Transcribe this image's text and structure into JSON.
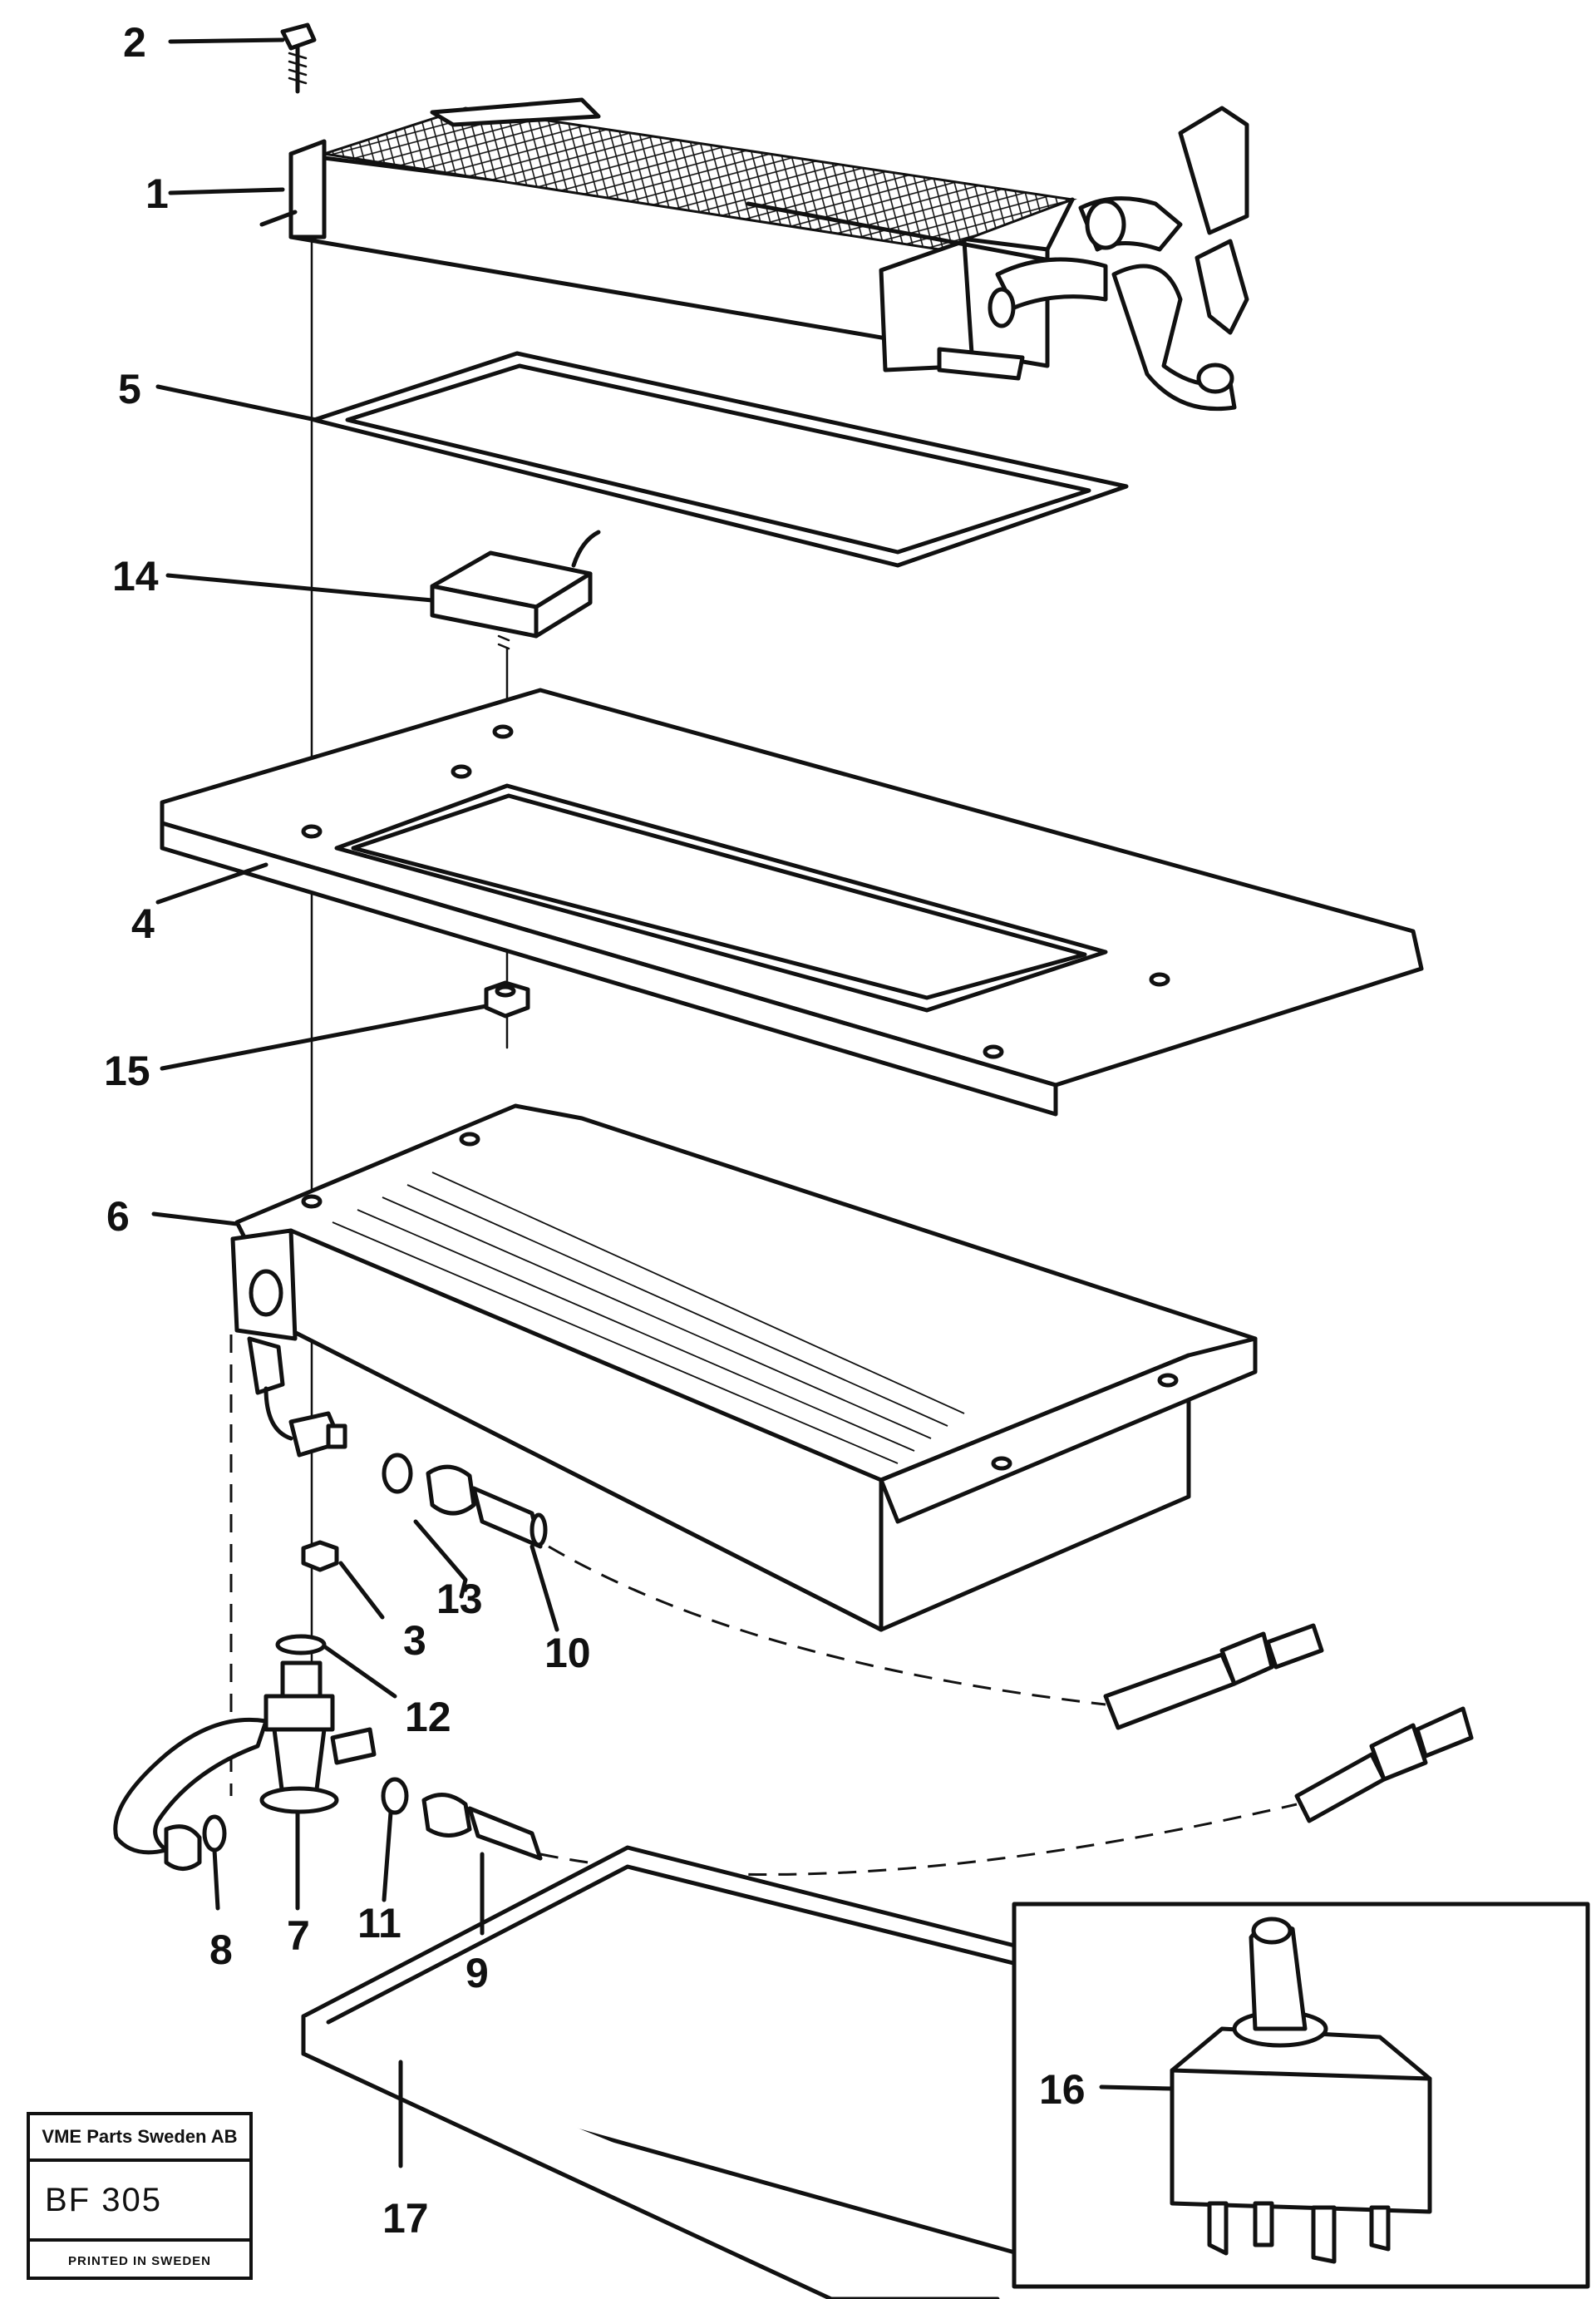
{
  "callouts": {
    "n1": "1",
    "n2": "2",
    "n3": "3",
    "n4": "4",
    "n5": "5",
    "n6": "6",
    "n7": "7",
    "n8": "8",
    "n9": "9",
    "n10": "10",
    "n11": "11",
    "n12": "12",
    "n13": "13",
    "n14": "14",
    "n15": "15",
    "n16": "16",
    "n17": "17"
  },
  "stamp": {
    "company": "VME Parts Sweden AB",
    "code": "BF 305",
    "printed": "PRINTED IN SWEDEN"
  }
}
